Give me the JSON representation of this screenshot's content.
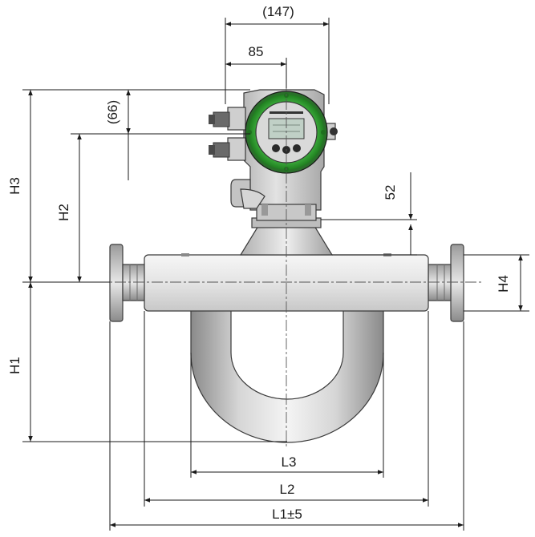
{
  "dimensions": {
    "width_147": "(147)",
    "width_85": "85",
    "height_66": "(66)",
    "height_52": "52",
    "h1": "H1",
    "h2": "H2",
    "h3": "H3",
    "h4": "H4",
    "l1": "L1±5",
    "l2": "L2",
    "l3": "L3"
  },
  "colors": {
    "display_ring": "#3db13d",
    "housing": "#d4d4d4",
    "body": "#ebebeb",
    "dimension_line": "#1a1a1a"
  }
}
